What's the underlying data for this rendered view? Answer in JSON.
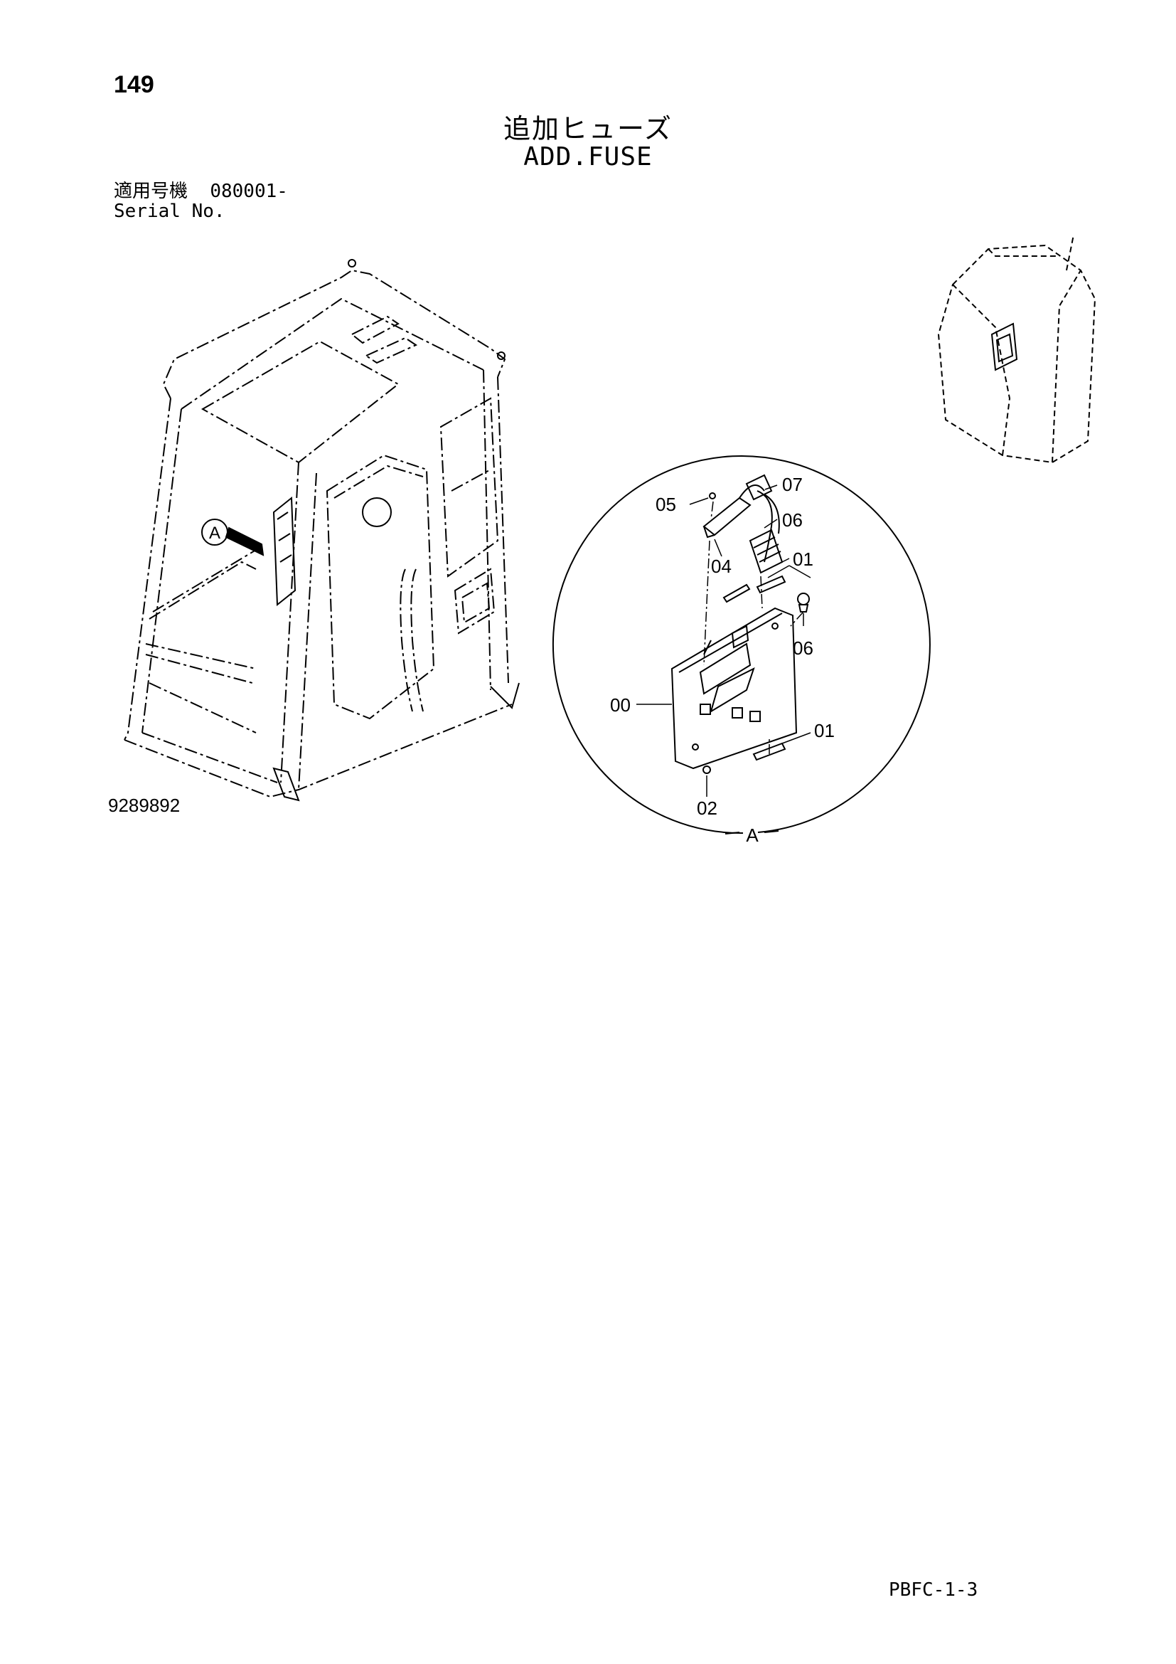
{
  "page": {
    "number": "149",
    "title_jp": "追加ヒューズ",
    "title_en": "ADD.FUSE",
    "drawing_number": "9289892",
    "footer_code": "PBFC-1-3"
  },
  "serial": {
    "label_jp": "適用号機",
    "value": "080001-",
    "label_en": "Serial No."
  },
  "diagram": {
    "view_marker": "A",
    "detail_label": "A",
    "callouts": {
      "c05": "05",
      "c07": "07",
      "c06_top": "06",
      "c04": "04",
      "c01_top": "01",
      "c06_mid": "06",
      "c00": "00",
      "c01_bottom": "01",
      "c02": "02"
    }
  }
}
